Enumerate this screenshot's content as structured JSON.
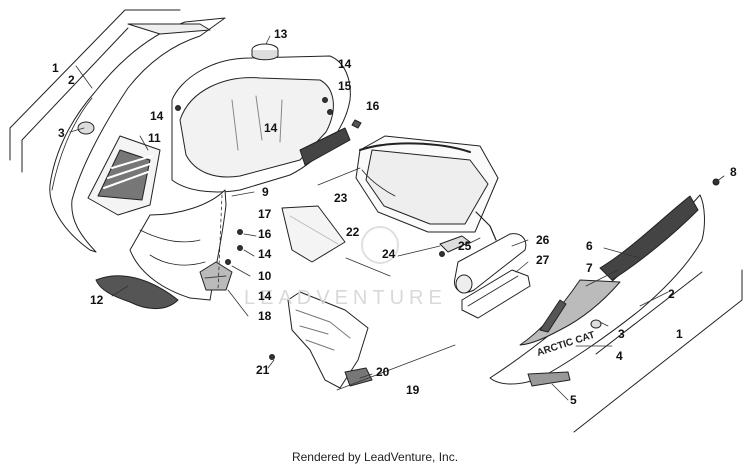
{
  "diagram": {
    "callouts": [
      {
        "id": "c1a",
        "text": "1"
      },
      {
        "id": "c2a",
        "text": "2"
      },
      {
        "id": "c3a",
        "text": "3"
      },
      {
        "id": "c4",
        "text": "4"
      },
      {
        "id": "c5",
        "text": "5"
      },
      {
        "id": "c6",
        "text": "6"
      },
      {
        "id": "c7",
        "text": "7"
      },
      {
        "id": "c8",
        "text": "8"
      },
      {
        "id": "c9",
        "text": "9"
      },
      {
        "id": "c10",
        "text": "10"
      },
      {
        "id": "c11",
        "text": "11"
      },
      {
        "id": "c12",
        "text": "12"
      },
      {
        "id": "c13",
        "text": "13"
      },
      {
        "id": "c14a",
        "text": "14"
      },
      {
        "id": "c14b",
        "text": "14"
      },
      {
        "id": "c14c",
        "text": "14"
      },
      {
        "id": "c14d",
        "text": "14"
      },
      {
        "id": "c14e",
        "text": "14"
      },
      {
        "id": "c15",
        "text": "15"
      },
      {
        "id": "c16a",
        "text": "16"
      },
      {
        "id": "c16b",
        "text": "16"
      },
      {
        "id": "c17",
        "text": "17"
      },
      {
        "id": "c18",
        "text": "18"
      },
      {
        "id": "c19",
        "text": "19"
      },
      {
        "id": "c20",
        "text": "20"
      },
      {
        "id": "c21",
        "text": "21"
      },
      {
        "id": "c22",
        "text": "22"
      },
      {
        "id": "c23",
        "text": "23"
      },
      {
        "id": "c24",
        "text": "24"
      },
      {
        "id": "c25",
        "text": "25"
      },
      {
        "id": "c26",
        "text": "26"
      },
      {
        "id": "c27",
        "text": "27"
      },
      {
        "id": "c1b",
        "text": "1"
      },
      {
        "id": "c2b",
        "text": "2"
      },
      {
        "id": "c3b",
        "text": "3"
      }
    ],
    "decal_text": "ARCTIC CAT",
    "watermark": "LEADVENTURE",
    "footer": "Rendered by LeadVenture, Inc."
  }
}
